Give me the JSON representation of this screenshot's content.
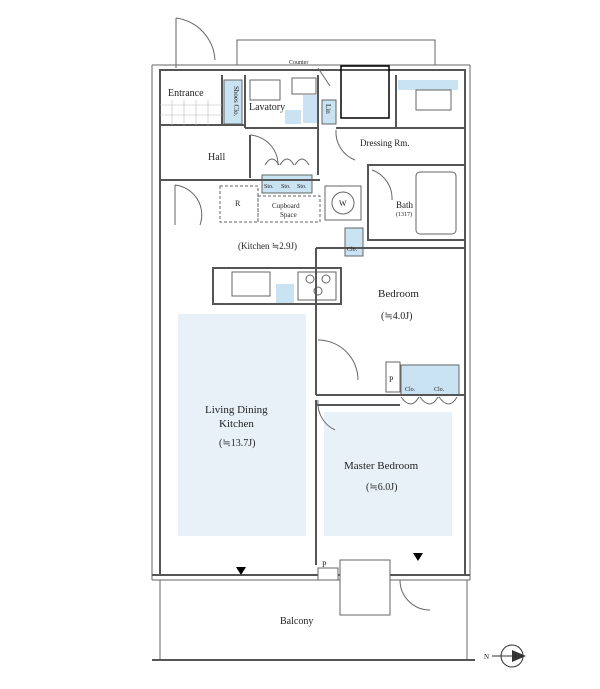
{
  "colors": {
    "floor_highlight": "#e8f1f8",
    "storage_fill": "#c9e3f3",
    "wall": "#555555",
    "counter": "#000000"
  },
  "rooms": {
    "entrance": "Entrance",
    "shoes_closet": "Shoes Clo.",
    "lavatory": "Lavatory",
    "linen": "Lin",
    "counter": "Counter",
    "dressing_room": "Dressing Rm.",
    "hall": "Hall",
    "storage_1": "Sto.",
    "storage_2": "Sto.",
    "storage_3": "Sto.",
    "refrigerator": "R",
    "cupboard_space": [
      "Cupboard",
      "Space"
    ],
    "washer": "W",
    "bath": "Bath",
    "bath_size": "(1317)",
    "kitchen": "(Kitchen ≒2.9J)",
    "kitchen_closet": "Clo.",
    "bedroom": "Bedroom",
    "bedroom_size": "(≒4.0J)",
    "pipe_space_1": "P",
    "bedroom_closet_1": "Clo.",
    "bedroom_closet_2": "Clo.",
    "ldk_line1": "Living Dining",
    "ldk_line2": "Kitchen",
    "ldk_size": "(≒13.7J)",
    "master_bedroom": "Master Bedroom",
    "master_bedroom_size": "(≒6.0J)",
    "pipe_space_2": "P",
    "balcony": "Balcony"
  },
  "compass": {
    "label": "N"
  }
}
